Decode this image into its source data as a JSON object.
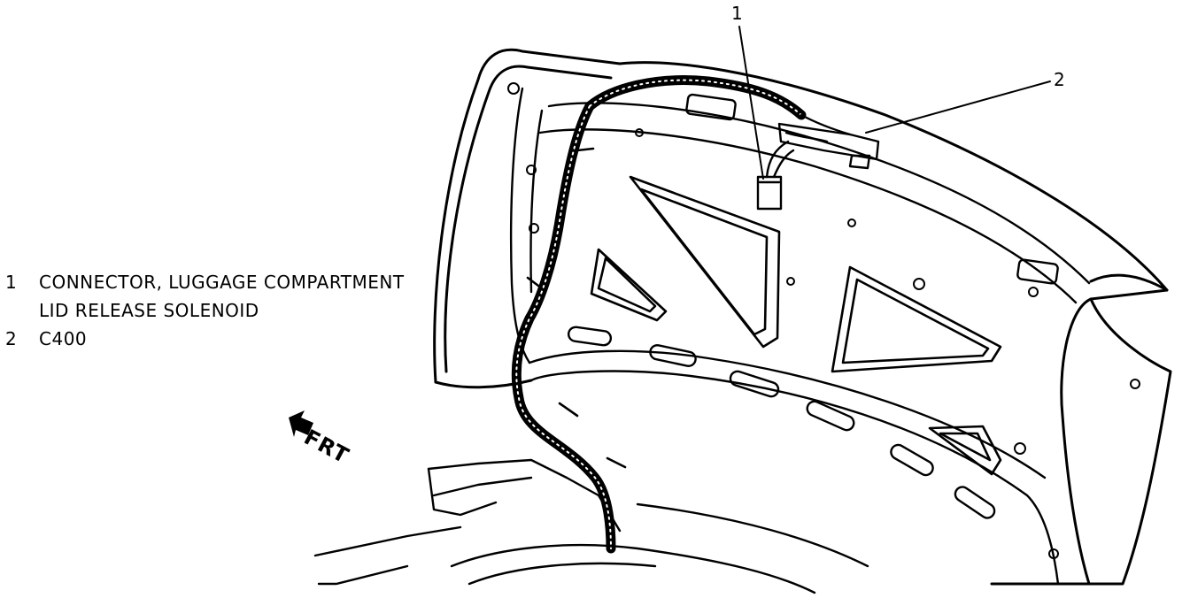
{
  "legend": {
    "items": [
      {
        "number": "1",
        "line1": "CONNECTOR, LUGGAGE COMPARTMENT",
        "line2": "LID RELEASE SOLENOID"
      },
      {
        "number": "2",
        "line1": "C400"
      }
    ]
  },
  "callouts": {
    "one": "1",
    "two": "2"
  },
  "direction_arrow": {
    "label": "FRT"
  },
  "colors": {
    "line": "#000000",
    "background": "#ffffff"
  }
}
